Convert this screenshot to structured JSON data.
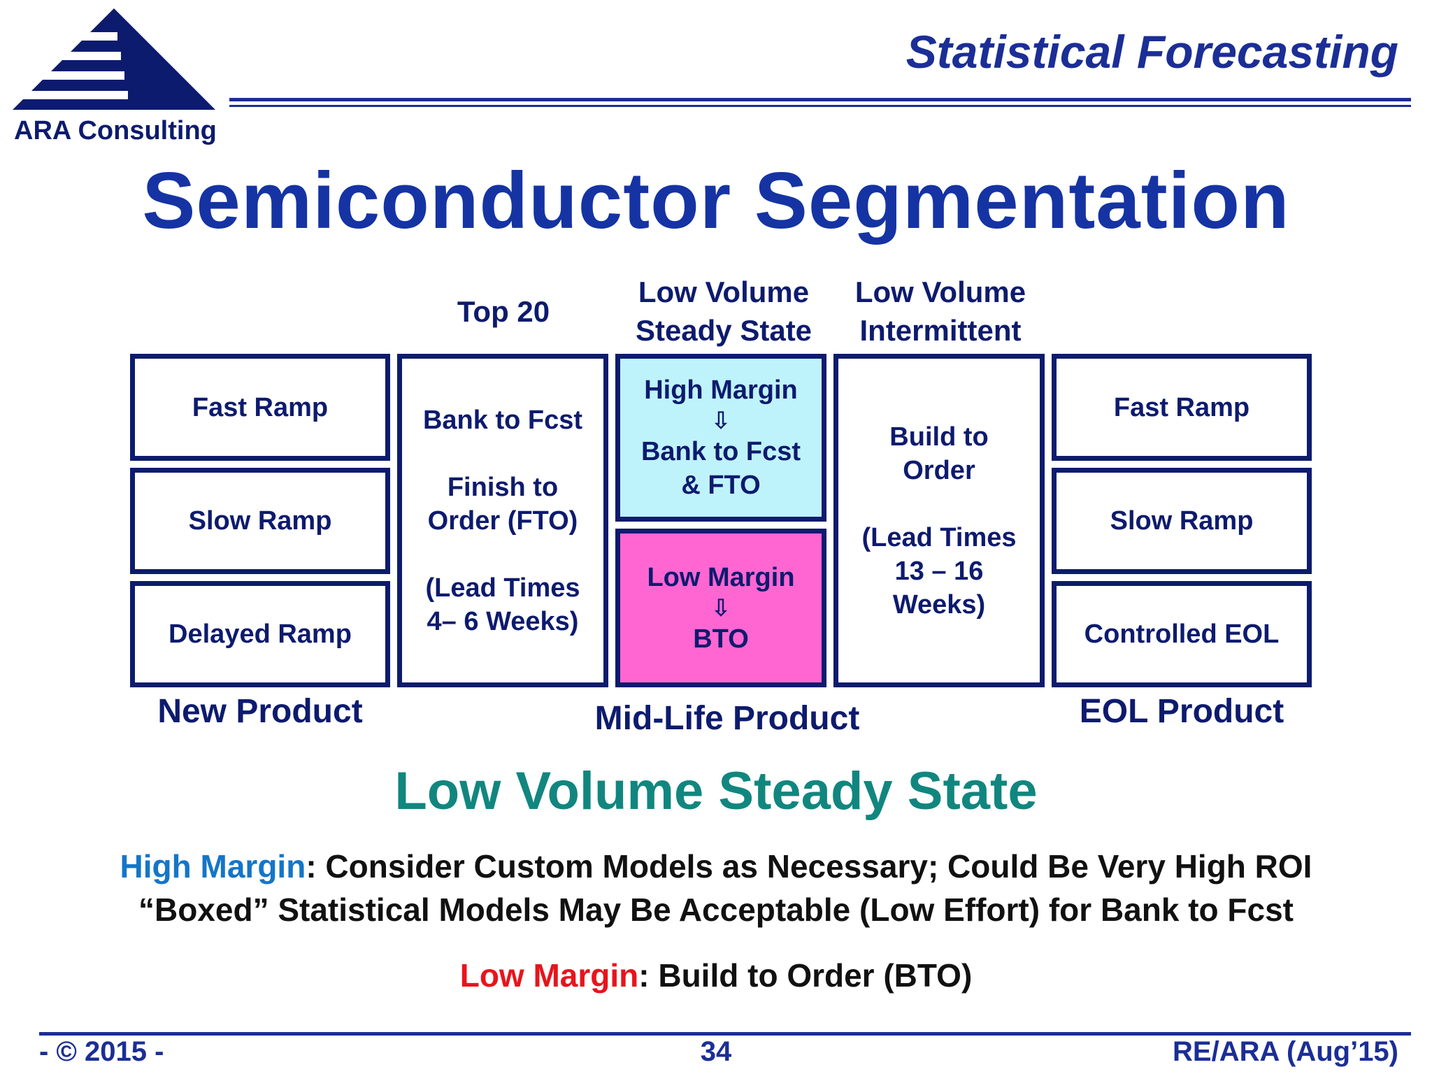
{
  "header": {
    "company": "ARA Consulting",
    "title": "Statistical Forecasting"
  },
  "main_title": "Semiconductor Segmentation",
  "columns": {
    "top20": {
      "heading": "Top 20"
    },
    "lv_steady": {
      "heading_line1": "Low Volume",
      "heading_line2": "Steady State"
    },
    "lv_intermittent": {
      "heading_line1": "Low Volume",
      "heading_line2": "Intermittent"
    }
  },
  "new_product": {
    "label": "New Product",
    "boxes": [
      "Fast Ramp",
      "Slow Ramp",
      "Delayed Ramp"
    ]
  },
  "top20_box": {
    "line1": "Bank to Fcst",
    "line2": "Finish to",
    "line3": "Order (FTO)",
    "line4": "(Lead Times",
    "line5": "4– 6 Weeks)"
  },
  "high_margin_box": {
    "line1": "High Margin",
    "arrow": "⇩",
    "line2": "Bank to Fcst",
    "line3": "& FTO"
  },
  "low_margin_box": {
    "line1": "Low Margin",
    "arrow": "⇩",
    "line2": "BTO"
  },
  "intermittent_box": {
    "line1": "Build to",
    "line2": "Order",
    "line3": "(Lead Times",
    "line4": "13 – 16",
    "line5": "Weeks)"
  },
  "mid_life_label": "Mid-Life Product",
  "eol_product": {
    "label": "EOL Product",
    "boxes": [
      "Fast Ramp",
      "Slow Ramp",
      "Controlled EOL"
    ]
  },
  "focus_title": "Low Volume Steady State",
  "notes": {
    "high_margin_label": "High Margin",
    "high_margin_text": ": Consider Custom Models as Necessary; Could Be Very High ROI",
    "boxed_text": "“Boxed” Statistical Models May Be Acceptable (Low Effort) for Bank to Fcst",
    "low_margin_label": "Low Margin",
    "low_margin_text": ": Build to Order (BTO)"
  },
  "footer": {
    "copyright": "- © 2015 -",
    "page_number": "34",
    "reference": "RE/ARA (Aug’15)"
  },
  "colors": {
    "navy": "#0d1b6e",
    "title_blue": "#1533a3",
    "cyan_fill": "#bff3fb",
    "pink_fill": "#ff66d2",
    "teal": "#11867f",
    "high_margin_blue": "#1476c8",
    "low_margin_red": "#e8141c"
  }
}
